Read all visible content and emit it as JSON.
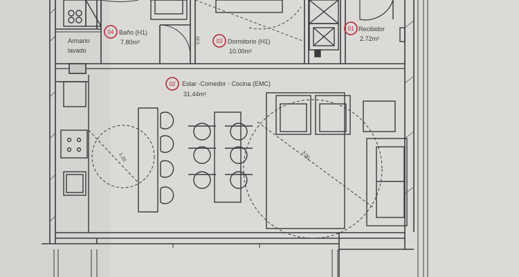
{
  "rooms": [
    {
      "number": "04",
      "name": "Baño (H1)",
      "area": "7.80m²"
    },
    {
      "number": "03",
      "name": "Dormitorio (H1)",
      "area": "10.00m²"
    },
    {
      "number": "01",
      "name": "Recibidor",
      "area": "2.72m²"
    },
    {
      "number": "02",
      "name": "Estar -Comedor - Cocina (EMC)",
      "area": "31.44m²"
    }
  ],
  "labels": {
    "armario_line1": "Armario",
    "armario_line2": "lavado",
    "dim_120": "1.20",
    "dim_300": "3.00",
    "dim_door": "0.90"
  },
  "colors": {
    "paper": "#dcdad6",
    "line": "#3a3a40",
    "badge": "#b5283a"
  }
}
